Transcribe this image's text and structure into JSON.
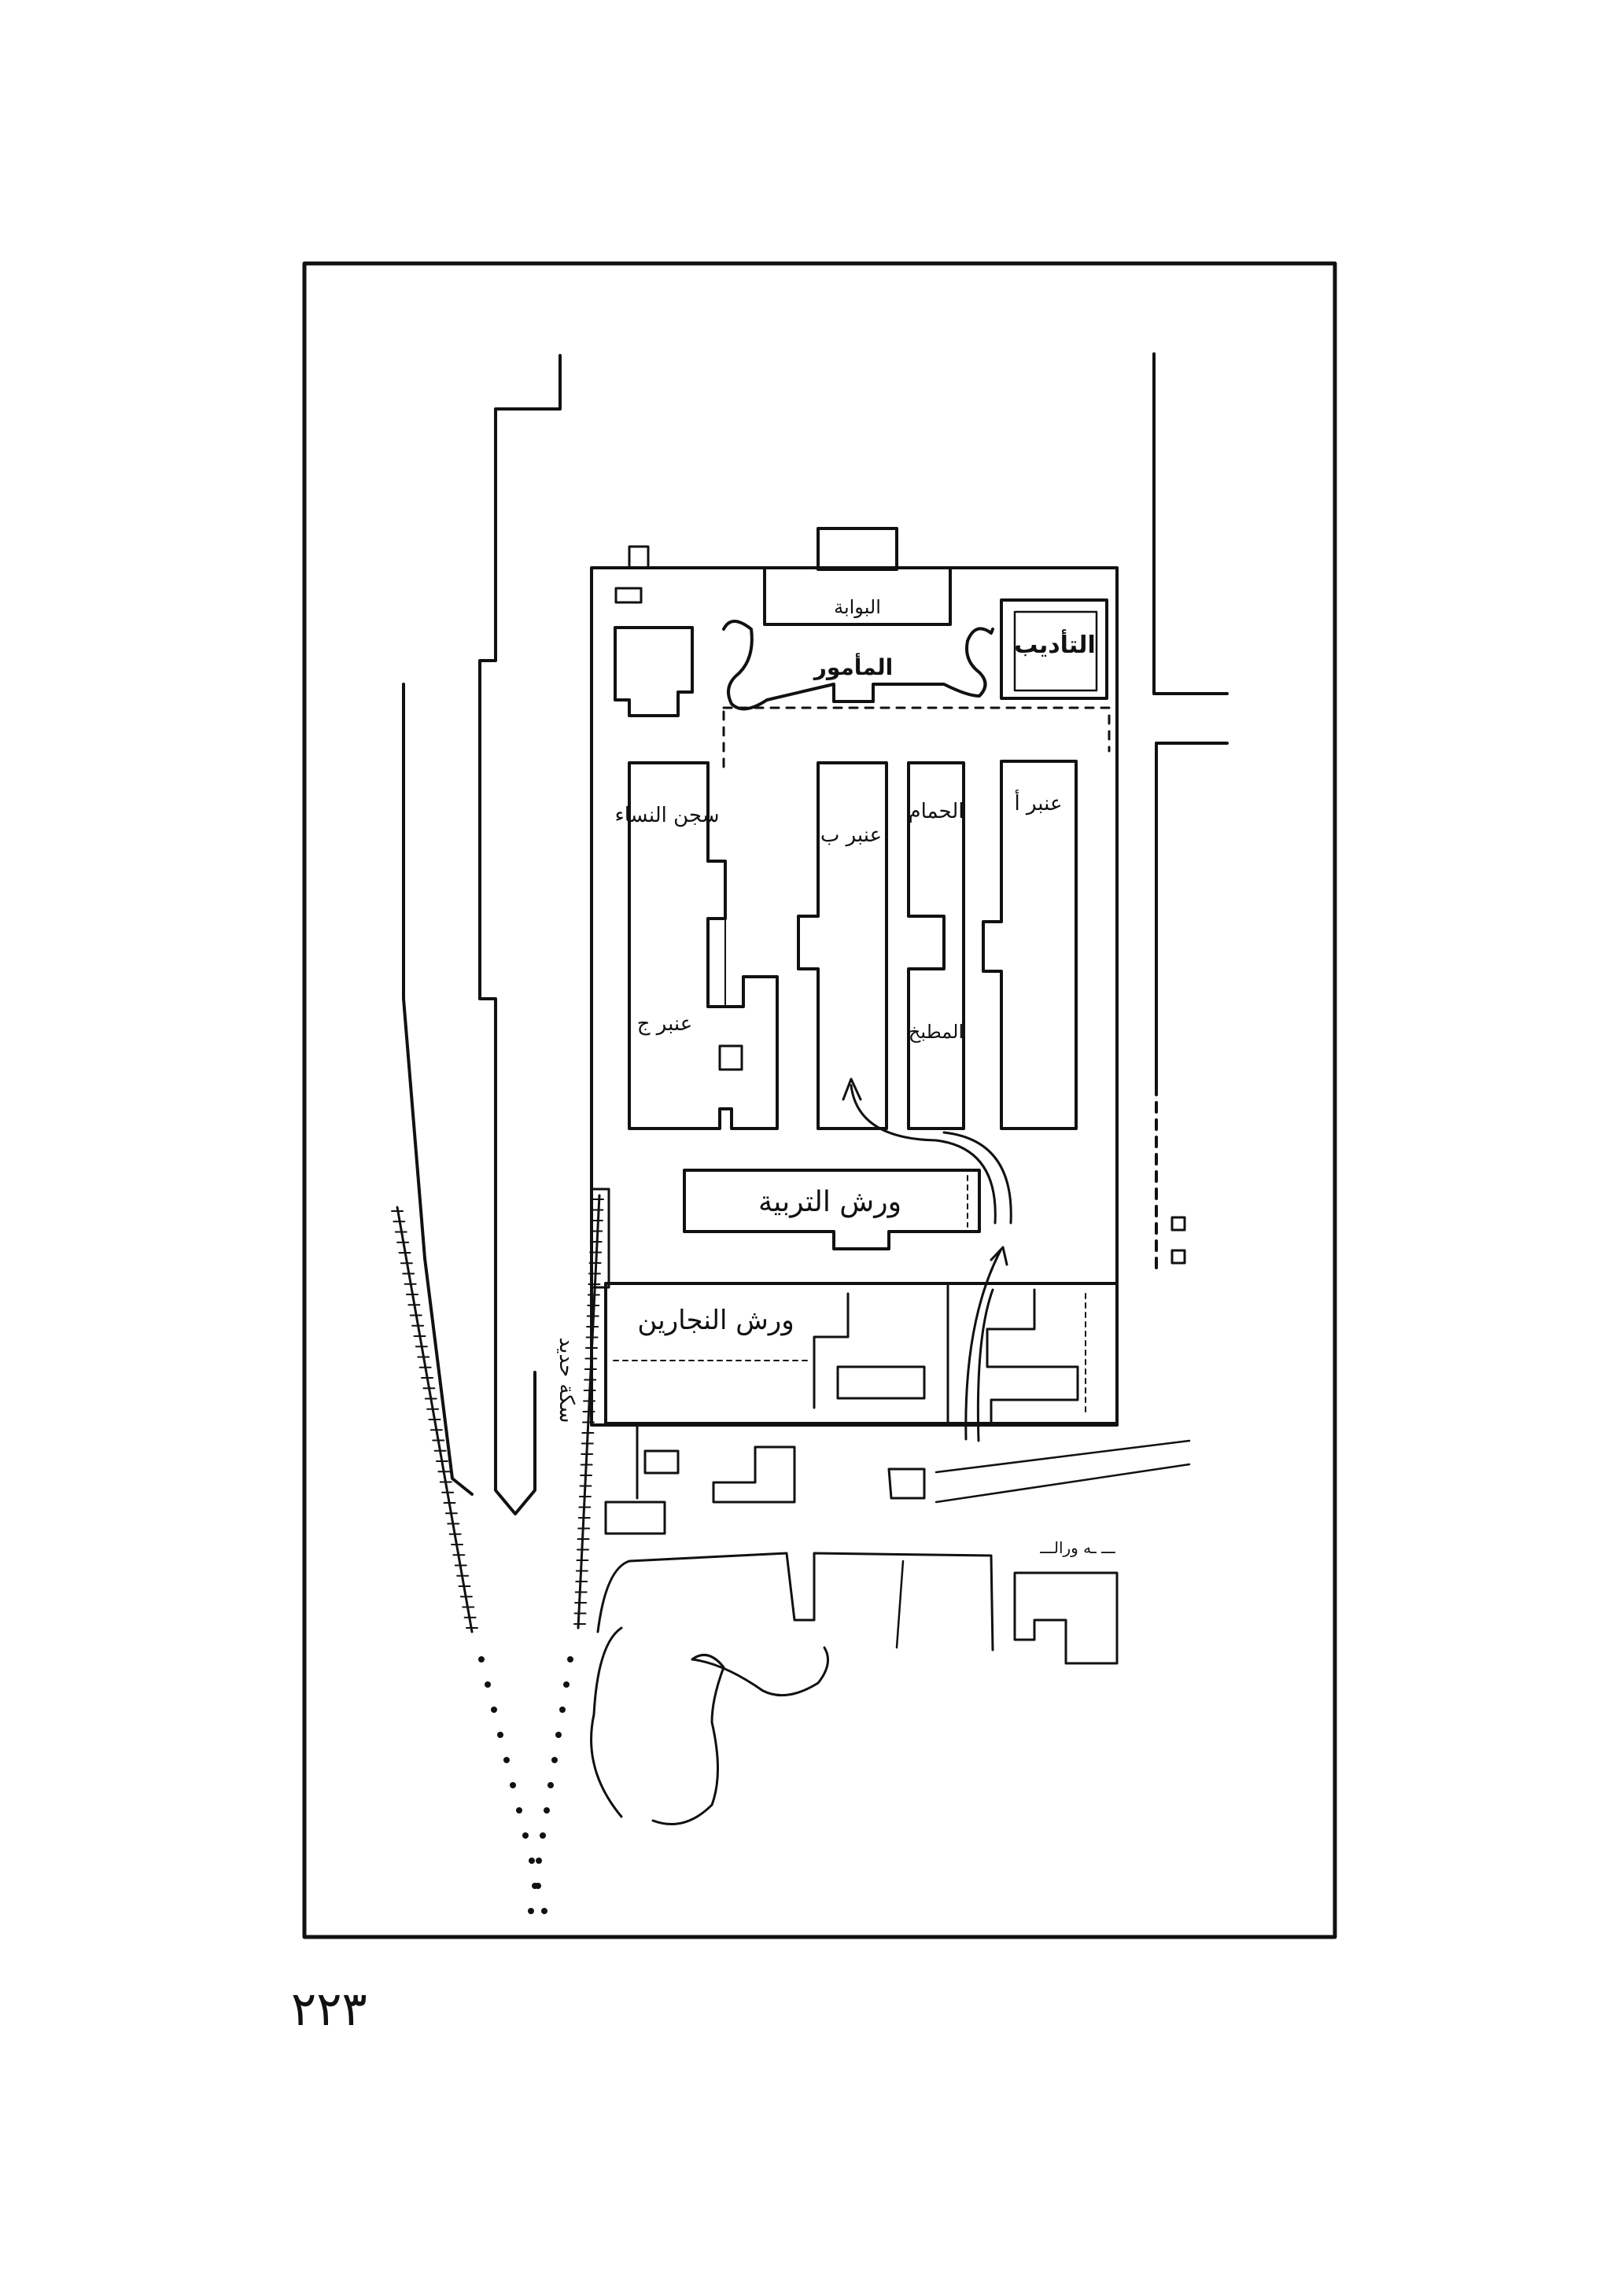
{
  "labels": {
    "gate": "البوابة",
    "discipline": "التأديب",
    "warden": "المأمور",
    "women_prison": "سجن النساء",
    "ward_a": "عنبر أ",
    "ward_b": "عنبر ب",
    "ward_j": "عنبر ج",
    "bath": "الحمام",
    "kitchen": "المطبخ",
    "weaving_workshop": "ورش التربية",
    "carpentry_workshop": "ورش النجارين",
    "railway": "سكة حديد",
    "street_note": "ـــ ـه ورالـــ"
  },
  "page_number": "٢٢٣",
  "colors": {
    "ink": "#111111",
    "paper": "#ffffff"
  }
}
